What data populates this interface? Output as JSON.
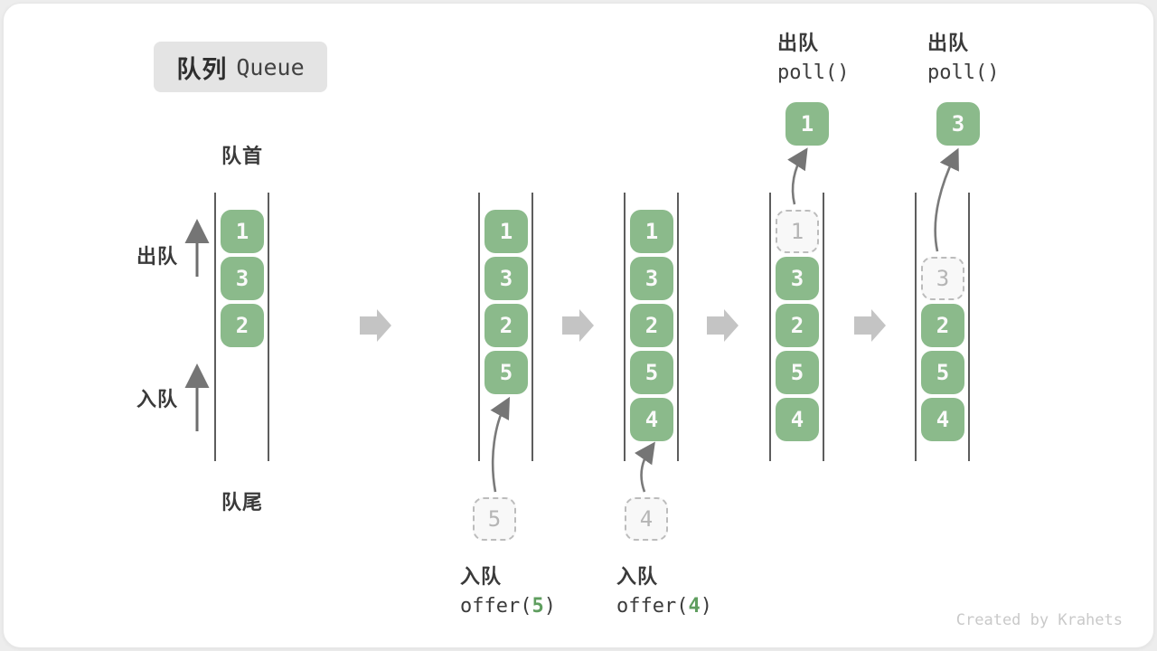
{
  "title": {
    "zh": "队列",
    "en": "Queue"
  },
  "labels": {
    "front": "队首",
    "rear": "队尾",
    "dequeue": "出队",
    "enqueue": "入队"
  },
  "watermark": "Created by Krahets",
  "colors": {
    "box_green": "#8bba8b",
    "accent_green": "#5f9e5f",
    "block_arrow_gray": "#c4c4c4",
    "column_line": "#5d5d5d",
    "badge_bg": "#e4e4e4"
  },
  "states": [
    {
      "cells": [
        {
          "v": "1"
        },
        {
          "v": "3"
        },
        {
          "v": "2"
        }
      ]
    },
    {
      "cells": [
        {
          "v": "1"
        },
        {
          "v": "3"
        },
        {
          "v": "2"
        },
        {
          "v": "5"
        }
      ],
      "incoming": "5",
      "caption": {
        "action": "入队",
        "fn": "offer(",
        "arg": "5",
        "close": ")"
      }
    },
    {
      "cells": [
        {
          "v": "1"
        },
        {
          "v": "3"
        },
        {
          "v": "2"
        },
        {
          "v": "5"
        },
        {
          "v": "4"
        }
      ],
      "incoming": "4",
      "caption": {
        "action": "入队",
        "fn": "offer(",
        "arg": "4",
        "close": ")"
      }
    },
    {
      "cells": [
        {
          "v": "1",
          "dashed": true
        },
        {
          "v": "3"
        },
        {
          "v": "2"
        },
        {
          "v": "5"
        },
        {
          "v": "4"
        }
      ],
      "popped": "1",
      "caption": {
        "action": "出队",
        "fn": "poll()"
      }
    },
    {
      "cells": [
        {
          "v": "3",
          "dashed": true
        },
        {
          "v": "2"
        },
        {
          "v": "5"
        },
        {
          "v": "4"
        }
      ],
      "popped": "3",
      "caption": {
        "action": "出队",
        "fn": "poll()"
      }
    }
  ]
}
